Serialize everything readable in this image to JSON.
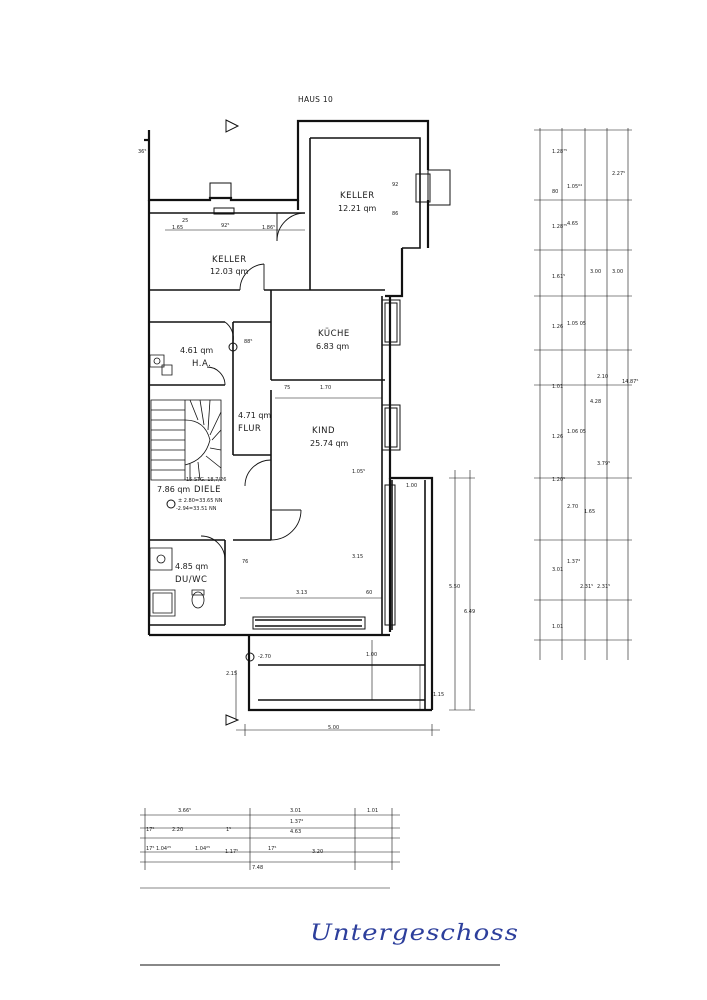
{
  "house_label": "HAUS 10",
  "rooms": {
    "keller_upper": {
      "name": "KELLER",
      "area": "12.21 qm"
    },
    "keller_lower": {
      "name": "KELLER",
      "area": "12.03 qm"
    },
    "kueche": {
      "name": "KÜCHE",
      "area": "6.83 qm"
    },
    "ha": {
      "name": "H.A.",
      "area": "4.61 qm"
    },
    "flur": {
      "name": "FLUR",
      "area": "4.71 qm"
    },
    "kind": {
      "name": "KIND",
      "area": "25.74 qm"
    },
    "diele": {
      "name": "DIELE",
      "area": "7.86 qm"
    },
    "wc": {
      "name": "DU/WC",
      "area": "4.85 qm"
    }
  },
  "levels": {
    "diele_1": "± 2.80=33.65 NN",
    "diele_2": "-2.94=33.51 NN",
    "terrace": "-2.70"
  },
  "stairs_note": "15 STG. 18,7/26",
  "dimensions": {
    "d_1_65": "1.65",
    "d_92_5": "92⁵",
    "d_1_86_5": "1.86⁵",
    "d_25": "25",
    "d_1_70": "1.70",
    "d_75": "75",
    "d_1_00": "1.00",
    "d_3_13": "3.13",
    "d_60": "60",
    "d_1_055": "1.05⁵",
    "d_5_00": "5.00",
    "d_5_50": "5.50",
    "d_6_49": "6.49",
    "d_2_15": "2.15",
    "d_1_00b": "1.00",
    "d_1_15": "1.15",
    "d_76": "76",
    "d_3_15": "3.15",
    "d_36_5": "36⁵",
    "d_92": "92",
    "d_86": "86",
    "d_88_5": "88⁵"
  },
  "right_dims": {
    "col1": [
      "1.28⁷⁵",
      "80",
      "1.28⁷⁵",
      "1.61⁵",
      "1.26",
      "1.01",
      "1.26",
      "1.20⁵",
      "3.01",
      "1.01"
    ],
    "col2": [
      "1.05⁶⁴",
      "4.65",
      "1.05 05",
      "1.06 05",
      "1.37⁴",
      "3.00"
    ],
    "col3": [
      "2.27⁵",
      "3.00",
      "2.10",
      "4.28",
      "3.79⁵",
      "2.70",
      "1.65",
      "2.31⁵",
      "2.31⁵"
    ],
    "total": "14.87⁵"
  },
  "bottom_dims": {
    "row1": [
      "3.66⁵",
      "3.01",
      "1.01"
    ],
    "row2": [
      "1.37⁴",
      "4.63"
    ],
    "row3": [
      "17⁵",
      "2.20",
      "1⁵"
    ],
    "row4": [
      "17⁵ 1.04²⁵",
      "1.04²⁵",
      "1.17⁵",
      "17⁵",
      "3.20"
    ],
    "row5": [
      "7.48"
    ]
  },
  "handwritten_note": "Untergeschoss"
}
